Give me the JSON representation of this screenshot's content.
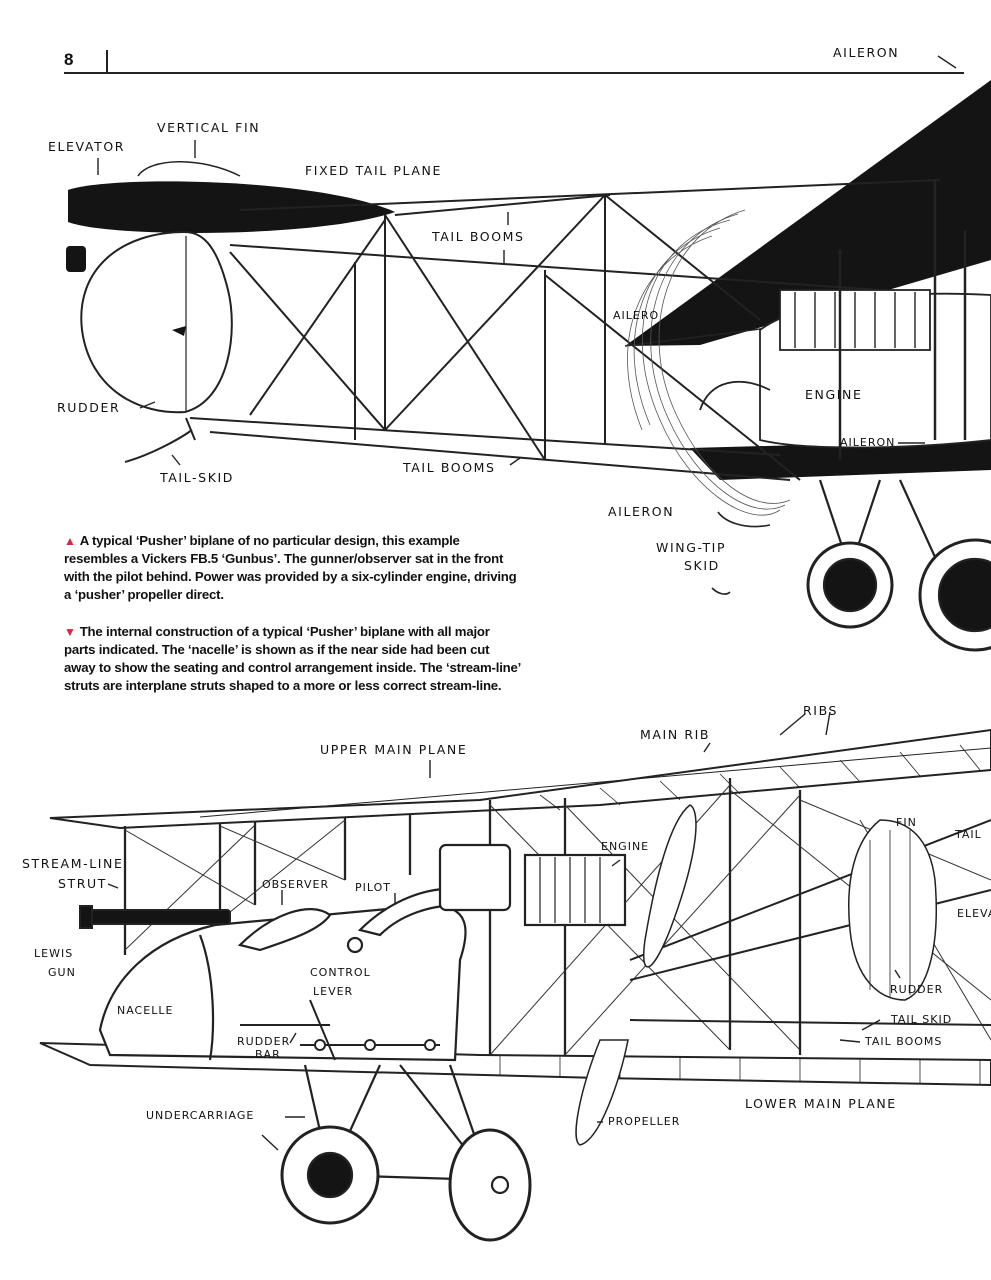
{
  "page": {
    "number": "8"
  },
  "captions": {
    "top": "A typical ‘Pusher’ biplane of no particular design, this example resembles a Vickers FB.5 ‘Gunbus’. The gunner/observer sat in the front with the pilot behind. Power was provided by a six-cylinder engine, driving a ‘pusher’ propeller direct.",
    "bottom": "The internal construction of a typical ‘Pusher’ biplane with all major parts indicated. The ‘nacelle’ is shown as if the near side had been cut away to show the seating and control arrangement inside. The ‘stream-line’ struts are interplane struts shaped to a more or less correct stream-line.",
    "marker_up": "▲",
    "marker_down": "▼"
  },
  "top_diagram": {
    "labels": {
      "aileron_top": "AILERON",
      "vertical_fin": "VERTICAL FIN",
      "elevator": "ELEVATOR",
      "fixed_tail_plane": "FIXED TAIL PLANE",
      "tail_booms_upper": "TAIL BOOMS",
      "rudder": "RUDDER",
      "tail_skid": "TAIL-SKID",
      "tail_booms_lower": "TAIL BOOMS",
      "aileron_mid": "AILERO",
      "engine": "ENGINE",
      "aileron_lower": "AILERON",
      "aileron_bottom": "AILERON",
      "wing_tip_skid_1": "WING-TIP",
      "wing_tip_skid_2": "SKID"
    }
  },
  "bottom_diagram": {
    "labels": {
      "ribs": "RIBS",
      "main_rib": "MAIN RIB",
      "upper_main_plane": "UPPER MAIN PLANE",
      "stream_line_1": "STREAM-LINE",
      "stream_line_2": "STRUT",
      "engine": "ENGINE",
      "fin": "FIN",
      "tail": "TAIL",
      "observer": "OBSERVER",
      "pilot": "PILOT",
      "lewis_1": "LEWIS",
      "lewis_2": "GUN",
      "eleva": "ELEVA",
      "control_1": "CONTROL",
      "control_2": "LEVER",
      "rudder": "RUDDER",
      "nacelle": "NACELLE",
      "tail_skid": "TAIL SKID",
      "tail_booms": "TAIL BOOMS",
      "rudder_bar_1": "RUDDER",
      "rudder_bar_2": "BAR",
      "undercarriage": "UNDERCARRIAGE",
      "propeller": "PROPELLER",
      "lower_main_plane": "LOWER MAIN PLANE"
    }
  }
}
